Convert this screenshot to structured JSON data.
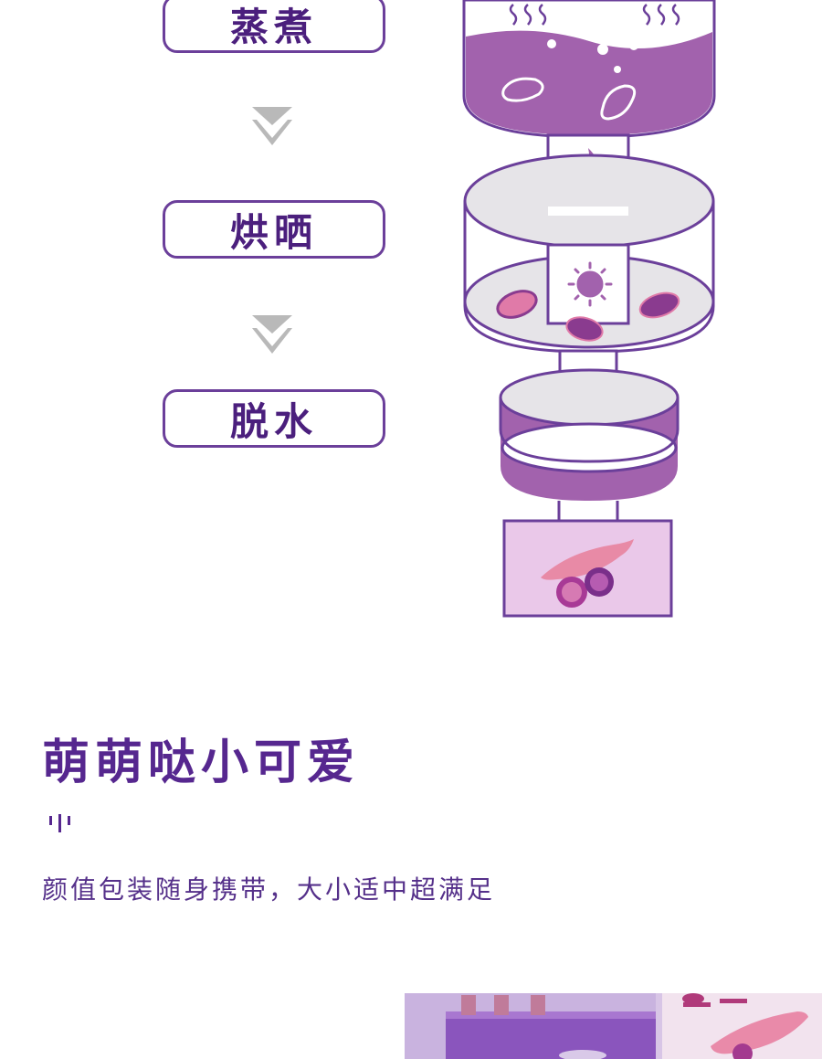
{
  "steps": [
    "蒸煮",
    "烘晒",
    "脱水"
  ],
  "section": {
    "title": "萌萌哒小可爱",
    "subtitle": "颜值包装随身携带，大小适中超满足"
  },
  "colors": {
    "accent": "#6b3f9a",
    "title": "#56278f",
    "purple_fill": "#a262ad",
    "light_gray": "#e6e4e8"
  },
  "icons": [
    "down-chevron-icon",
    "flame-icon",
    "sun-icon",
    "sweet-potato-icon"
  ]
}
